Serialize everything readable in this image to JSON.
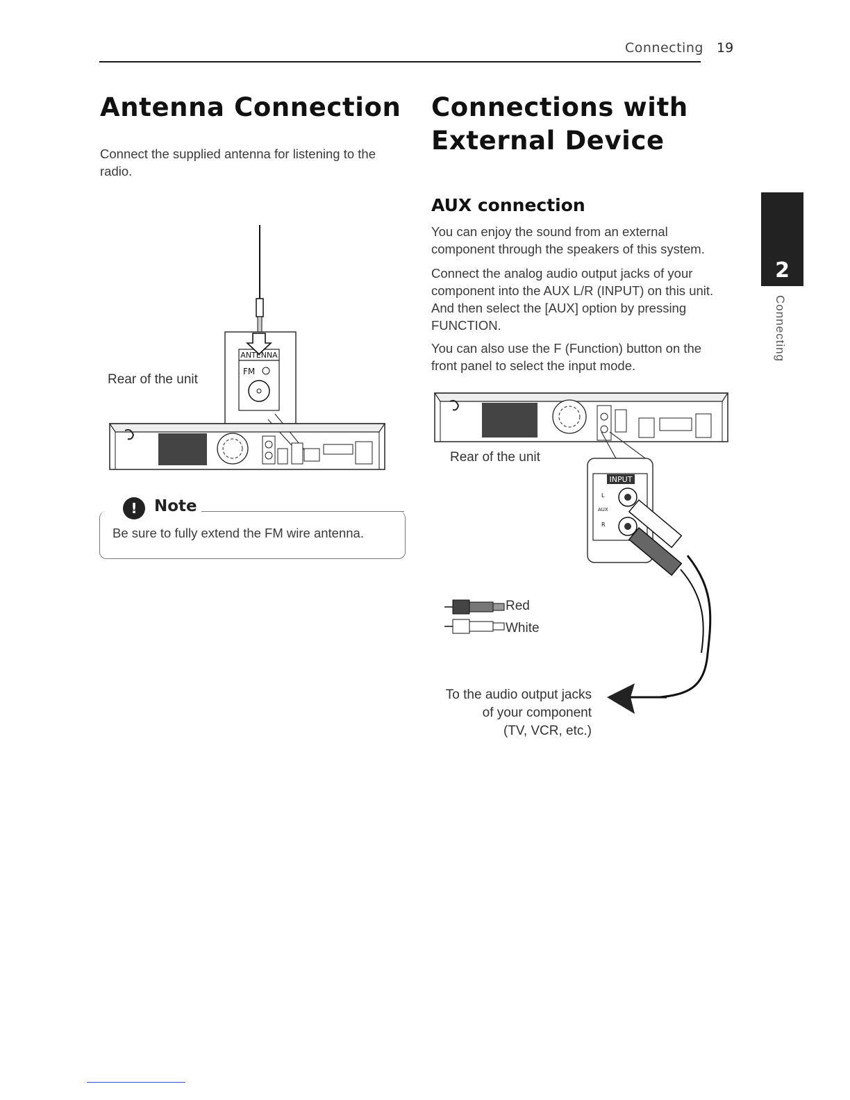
{
  "header": {
    "section": "Connecting",
    "page_number": "19"
  },
  "left": {
    "title": "Antenna Connection",
    "intro": "Connect the supplied antenna for listening to the radio.",
    "figure": {
      "caption": "Rear of the unit",
      "antenna_label": "ANTENNA",
      "fm_label": "FM"
    },
    "note": {
      "title": "Note",
      "text": "Be sure to fully extend the FM wire antenna."
    }
  },
  "right": {
    "title_line1": "Connections with",
    "title_line2": "External Device",
    "subtitle": "AUX connection",
    "para1": "You can enjoy the sound from an external component through the speakers of this system.",
    "para2": "Connect the analog audio output jacks of your component into the AUX L/R (INPUT) on this unit. And then select the [AUX] option by pressing FUNCTION.",
    "para3": "You can also use the F (Function) button on the front panel to select the input mode.",
    "figure": {
      "caption": "Rear of the unit",
      "input_label": "INPUT",
      "aux_label": "AUX",
      "l_label": "L",
      "r_label": "R",
      "red_label": "Red",
      "white_label": "White",
      "dest_line1": "To the audio output jacks",
      "dest_line2": "of your component",
      "dest_line3": "(TV, VCR, etc.)"
    }
  },
  "side_tab": {
    "number": "2",
    "label": "Connecting"
  }
}
